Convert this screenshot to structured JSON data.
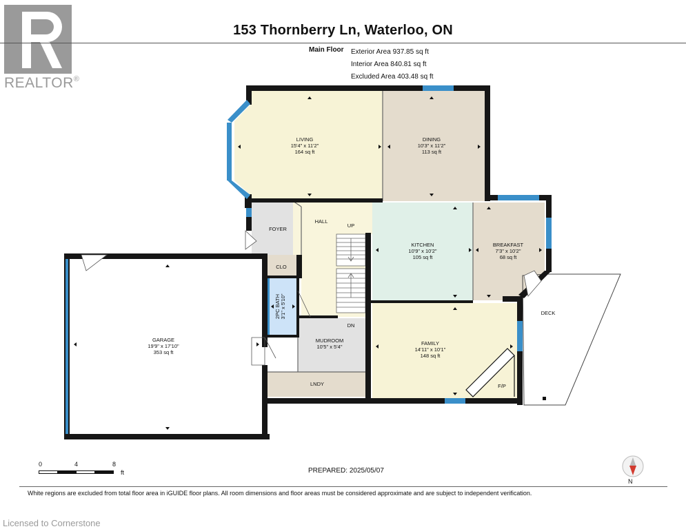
{
  "header": {
    "title": "153 Thornberry Ln, Waterloo, ON",
    "floor_label": "Main Floor",
    "exterior_area": "Exterior Area 937.85 sq ft",
    "interior_area": "Interior Area 840.81 sq ft",
    "excluded_area": "Excluded Area 403.48 sq ft"
  },
  "watermark": {
    "brand": "REALTOR",
    "registered_mark": "®",
    "licensed": "Licensed to Cornerstone"
  },
  "rooms": {
    "living": {
      "name": "LIVING",
      "dims": "15'4\" x 11'2\"",
      "area": "164 sq ft"
    },
    "dining": {
      "name": "DINING",
      "dims": "10'3\" x 11'2\"",
      "area": "113 sq ft"
    },
    "kitchen": {
      "name": "KITCHEN",
      "dims": "10'9\" x 10'2\"",
      "area": "105 sq ft"
    },
    "breakfast": {
      "name": "BREAKFAST",
      "dims": "7'3\" x 10'2\"",
      "area": "68 sq ft"
    },
    "garage": {
      "name": "GARAGE",
      "dims": "19'9\" x 17'10\"",
      "area": "353 sq ft"
    },
    "bath": {
      "name": "2PC BATH",
      "dims": "3'1\" x 5'10\""
    },
    "mudroom": {
      "name": "MUDROOM",
      "dims": "10'5\" x 5'4\""
    },
    "family": {
      "name": "FAMILY",
      "dims": "14'11\" x 10'1\"",
      "area": "148 sq ft"
    },
    "foyer": "FOYER",
    "hall": "HALL",
    "up": "UP",
    "dn": "DN",
    "clo": "CLO",
    "lndy": "LNDY",
    "deck": "DECK",
    "fp": "F/P"
  },
  "scale": {
    "zero": "0",
    "four": "4",
    "eight": "8",
    "unit": "ft"
  },
  "compass": {
    "north": "N"
  },
  "footer": {
    "prepared": "PREPARED: 2025/05/07",
    "disclaimer": "White regions are excluded from total floor area in iGUIDE floor plans. All room dimensions and floor areas must be considered approximate and are subject to independent verification."
  },
  "colors": {
    "living": "#f7f3d6",
    "dining": "#e4dccd",
    "kitchen": "#e0f0e8",
    "breakfast": "#e4dccd",
    "hall": "#f9f5dc",
    "family": "#f7f3d6",
    "mudroom": "#e2e2e2",
    "lndy": "#e4dccd",
    "foyer": "#e2e2e2",
    "bath": "#cde3f8",
    "wall": "#161616",
    "window": "#3a8fc9",
    "logo": "#9a9a9a"
  }
}
